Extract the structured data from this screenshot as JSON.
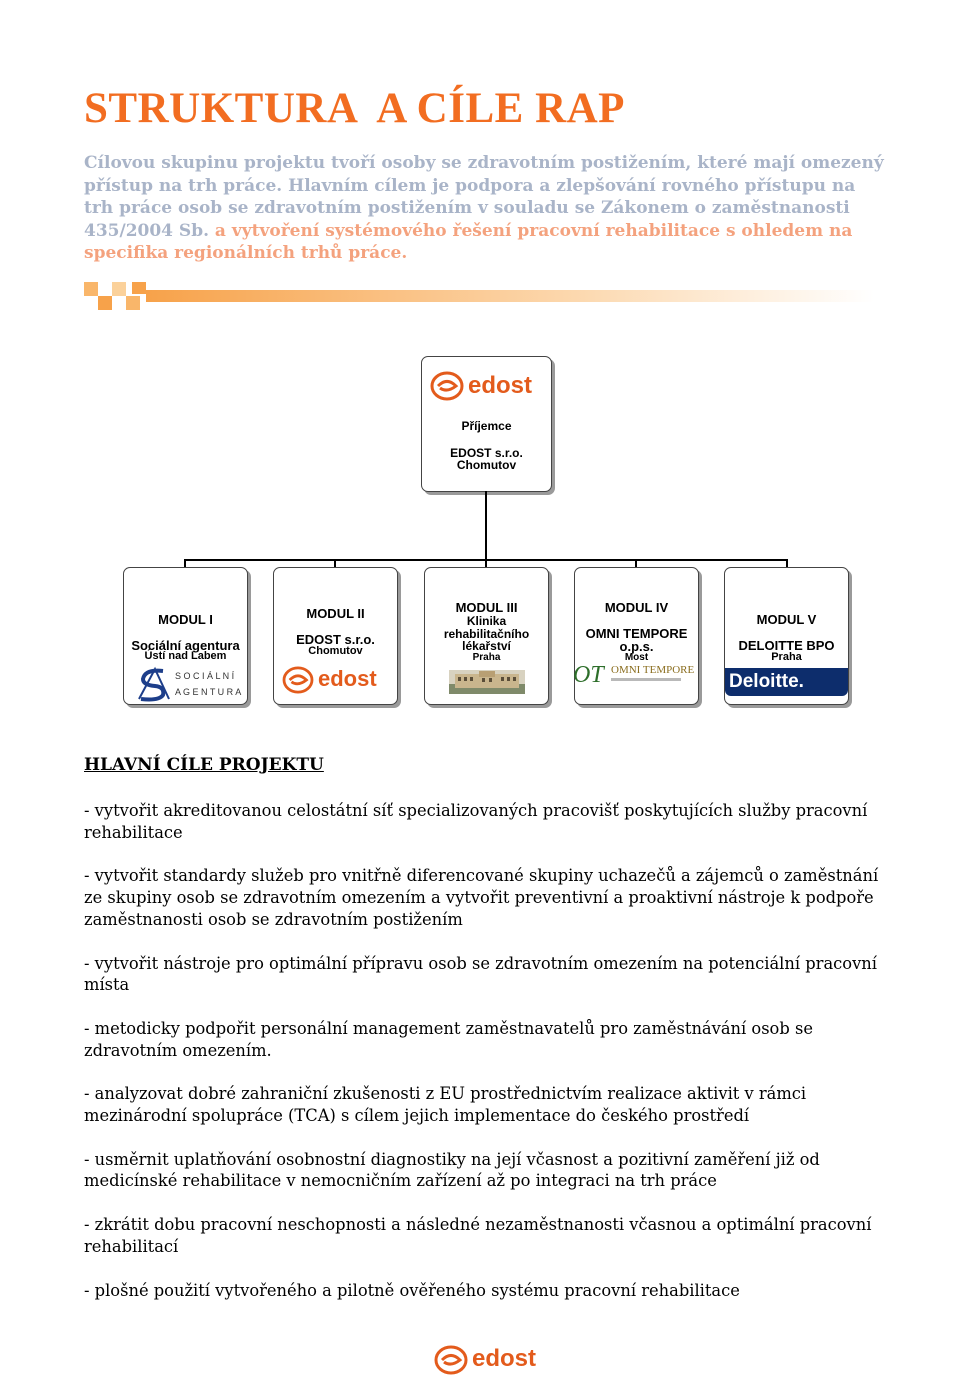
{
  "title": "STRUKTURA  A CÍLE RAP",
  "intro": {
    "part1": "Cílovou skupinu projektu tvoří osoby se zdravotním postižením, které mají omezený přístup na trh práce. Hlavním cílem je podpora a zlepšování rovného přístupu na trh práce osob se zdravotním postižením v souladu se Zákonem o zaměstnanosti 435/2004 Sb.",
    "part2": " a vytvoření systémového řešení pracovní rehabilitace s ohledem na specifika regionálních trhů práce."
  },
  "org_chart": {
    "root": {
      "logo_text": "edost",
      "line1": "Příjemce",
      "line2": "EDOST s.r.o.",
      "line3": "Chomutov"
    },
    "modules": [
      {
        "heading": "MODUL I",
        "org": "Sociální agentura",
        "city": "Ústí nad Labem",
        "logo_line1": "S O C I Á L N Í",
        "logo_line2": "A G E N T U R A"
      },
      {
        "heading": "MODUL II",
        "org": "EDOST s.r.o.",
        "city": "Chomutov",
        "logo_text": "edost"
      },
      {
        "heading": "MODUL III",
        "org1": "Klinika",
        "org2": "rehabilitačního",
        "org3": "lékařství",
        "city": "Praha"
      },
      {
        "heading": "MODUL IV",
        "org1": "OMNI TEMPORE",
        "org2": "o.p.s.",
        "city": "Most",
        "logo_text": "OMNI TEMPORE",
        "logo_mark": "OT"
      },
      {
        "heading": "MODUL V",
        "org": "DELOITTE BPO",
        "city": "Praha",
        "logo_text": "Deloitte."
      }
    ]
  },
  "goals_heading": "HLAVNÍ CÍLE PROJEKTU",
  "goals": [
    "- vytvořit akreditovanou celostátní síť specializovaných pracovišť poskytujících služby pracovní rehabilitace",
    "- vytvořit standardy služeb pro vnitřně diferencované skupiny uchazečů a zájemců o zaměstnání ze skupiny  osob se zdravotním omezením a vytvořit preventivní a proaktivní nástroje k podpoře zaměstnanosti osob se zdravotním postižením",
    "- vytvořit nástroje pro optimální přípravu osob se zdravotním omezením  na potenciální pracovní místa",
    "- metodicky podpořit personální management zaměstnavatelů pro zaměstnávání osob se zdravotním omezením.",
    "- analyzovat dobré zahraniční zkušenosti z EU prostřednictvím realizace aktivit v rámci mezinárodní spolupráce (TCA) s cílem jejich implementace do českého prostředí",
    "- usměrnit uplatňování osobnostní diagnostiky na její včasnost a pozitivní zaměření již od medicínské rehabilitace v nemocničním zařízení až po integraci na trh práce",
    "- zkrátit dobu pracovní neschopnosti a následné nezaměstnanosti včasnou a optimální pracovní rehabilitací",
    "- plošné použití vytvořeného a pilotně ověřeného systému pracovní rehabilitace"
  ],
  "footer": {
    "logo_text": "edost"
  },
  "colors": {
    "title": "#f26d21",
    "intro": "#a9b4c8",
    "edost": "#e35b1c",
    "deloitte": "#0d2d6c"
  }
}
